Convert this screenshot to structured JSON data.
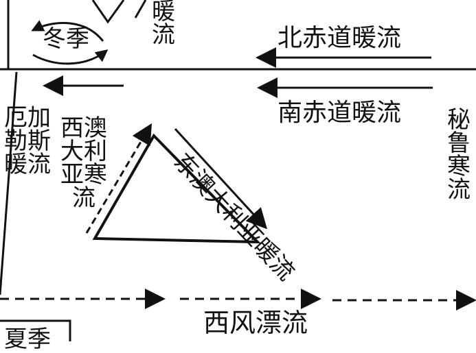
{
  "labels": {
    "top_warm": "暖流",
    "winter": "冬季",
    "north_equatorial": "北赤道暖流",
    "south_equatorial": "南赤道暖流",
    "east_australian": "东澳大利亚暖流",
    "west_australian": "西澳大利亚寒流",
    "agulhas": "厄加勒斯暖流",
    "peru": "秘鲁寒流",
    "west_wind_drift": "西风漂流",
    "summer": "夏季"
  },
  "colors": {
    "ink": "#111111",
    "background": "#ffffff"
  }
}
